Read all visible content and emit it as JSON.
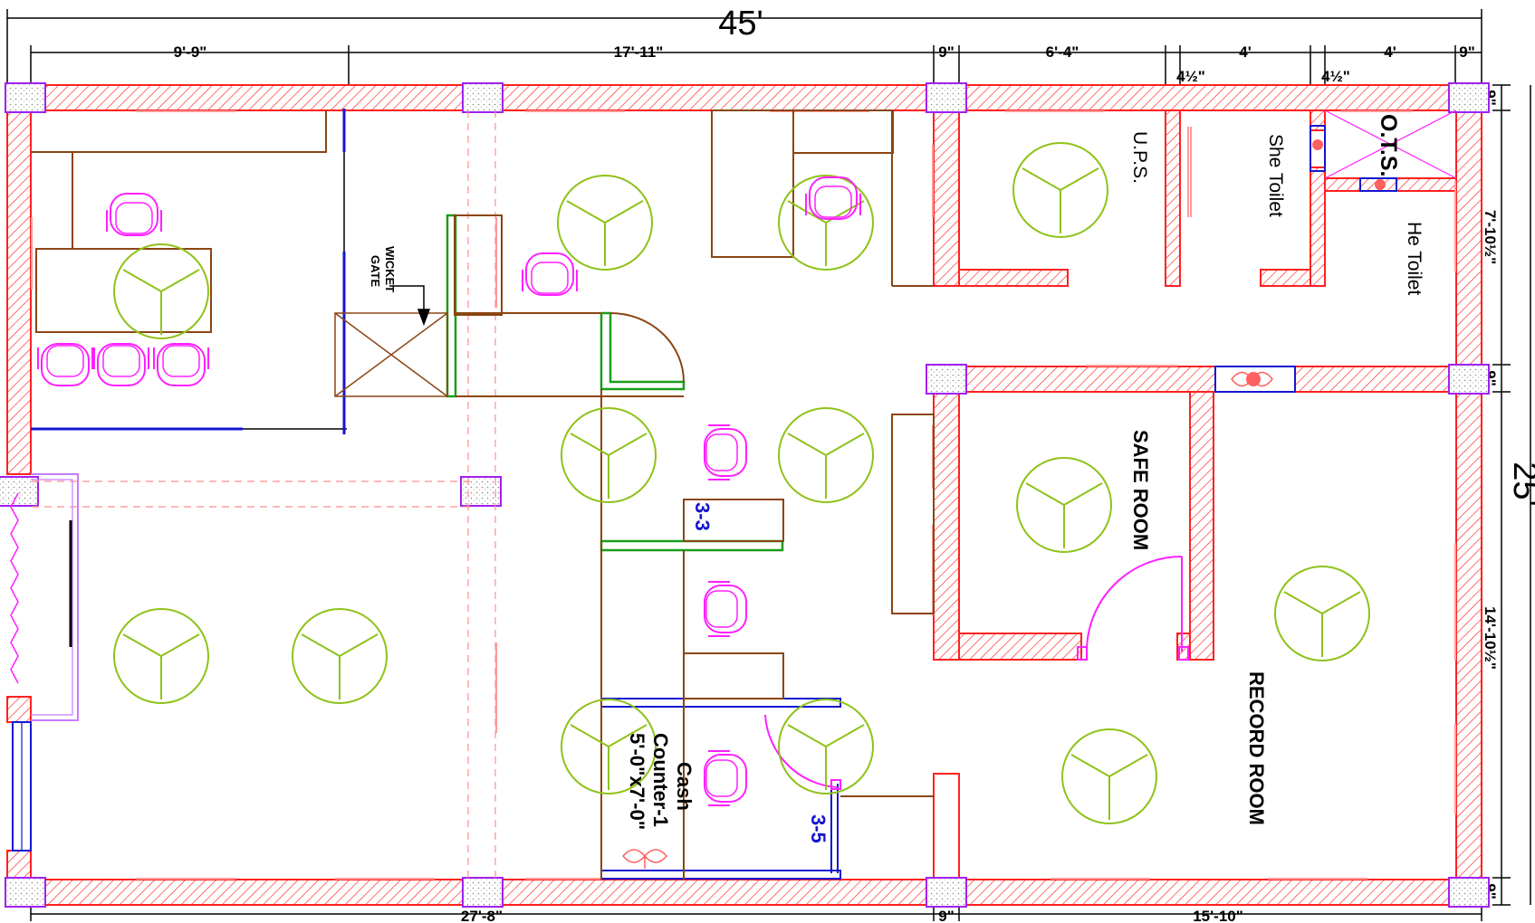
{
  "dimensions": {
    "overall_width": "45'",
    "overall_depth": "25'",
    "top_segments": [
      "9'-9\"",
      "17'-11\"",
      "9\"",
      "6'-4\"",
      "4½\"",
      "4'",
      "4½\"",
      "4'",
      "9\""
    ],
    "bottom_segments": [
      "27'-8\"",
      "9\"",
      "15'-10\""
    ],
    "right_segments": [
      "9\"",
      "7'-10½\"",
      "9\"",
      "14'-10½\"",
      "9\""
    ]
  },
  "rooms": {
    "ups": "U.P.S.",
    "she_toilet": "She Toilet",
    "ots": "O.T.S.",
    "he_toilet": "He Toilet",
    "safe_room": "SAFE ROOM",
    "record_room": "RECORD ROOM"
  },
  "labels": {
    "wicket_gate_line1": "WICKET",
    "wicket_gate_line2": "GATE",
    "cash_line1": "Cash",
    "cash_line2": "Counter-1",
    "cash_line3": "5'-0\"x7'-0\"",
    "counter_3_3": "3-3",
    "counter_3_5": "3-5"
  },
  "colors": {
    "wall": "#ff2020",
    "furniture": "#8b4513",
    "chair": "#ff20ff",
    "light": "#8fc21a",
    "glass": "#1515d0",
    "partition": "#1a9e1a",
    "window": "#ff9999",
    "column": "#a020f0"
  }
}
